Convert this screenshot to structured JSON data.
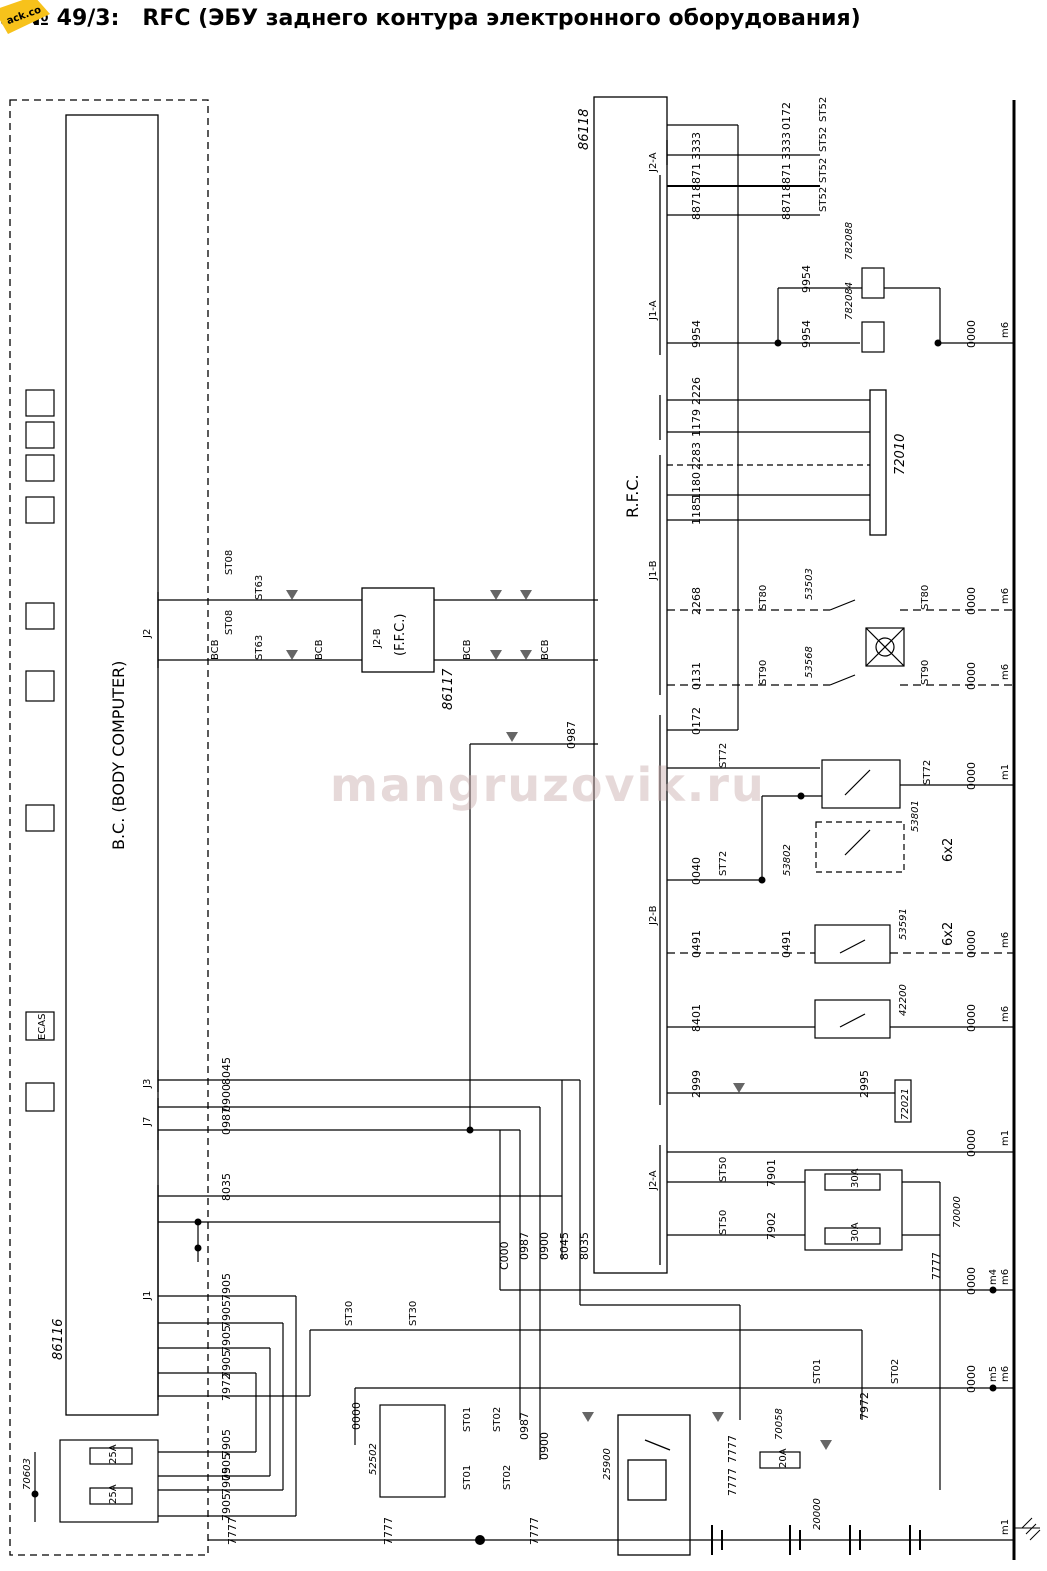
{
  "header": {
    "title_prefix": "а № 49/3:",
    "title": "RFC (ЭБУ заднего контура электронного оборудования)",
    "logo_text": "ack.co",
    "accent": "#f7c21b"
  },
  "watermark": "mangruzovik.ru",
  "modules": {
    "bc_label": "B.C. (BODY COMPUTER)",
    "bc_code": "86116",
    "rfc_label": "R.F.C.",
    "rfc_code": "86118",
    "ffc_label": "(F.F.C.)",
    "ffc_code": "86117",
    "ffc_connector": "J2-B",
    "ecas_label": "ECAS"
  },
  "connectors": {
    "bc": [
      "J2",
      "J3",
      "J7",
      "J1"
    ],
    "rfc": [
      "J2-A",
      "J1-A",
      "J1-B",
      "J2-B",
      "J2-A"
    ]
  },
  "components": {
    "c72010": "72010",
    "c72021": "72021",
    "c53503": "53503",
    "c53568": "53568",
    "c53801": "53801",
    "c53802": "53802",
    "c53591": "53591",
    "c42200": "42200",
    "c782088": "782088",
    "c782084": "782084",
    "c70000": "70000",
    "c70603": "70603",
    "c52502": "52502",
    "c25900": "25900",
    "c70058": "70058",
    "c20000": "20000",
    "fuse30a": "30A",
    "fuse25a": "25A",
    "fuse20a": "20A",
    "multi": "6x2",
    "bcb": "BCB"
  },
  "masses": [
    "m6",
    "m6",
    "m6",
    "m1",
    "m6",
    "m6",
    "m1",
    "m4",
    "m6",
    "m5",
    "m6",
    "m1"
  ],
  "wires": {
    "w0172": "0172",
    "w3333": "3333",
    "w8871": "8871",
    "w9954": "9954",
    "w0000": "0000",
    "w2226": "2226",
    "w1179": "1179",
    "w2283": "2283",
    "w1180": "1180",
    "w1185": "1185",
    "w2268": "2268",
    "w0131": "0131",
    "w0040": "0040",
    "w0491": "0491",
    "w8401": "8401",
    "w2999": "2999",
    "w2995": "2995",
    "w7901": "7901",
    "w7902": "7902",
    "w7777": "7777",
    "w0987": "0987",
    "w8045": "8045",
    "w0900": "0900",
    "w8035": "8035",
    "w7905": "7905",
    "w7972": "7972",
    "w0000c": "C000"
  },
  "splices": [
    "ST52",
    "ST63",
    "ST08",
    "ST80",
    "ST90",
    "ST72",
    "ST50",
    "ST30",
    "ST01",
    "ST02"
  ]
}
